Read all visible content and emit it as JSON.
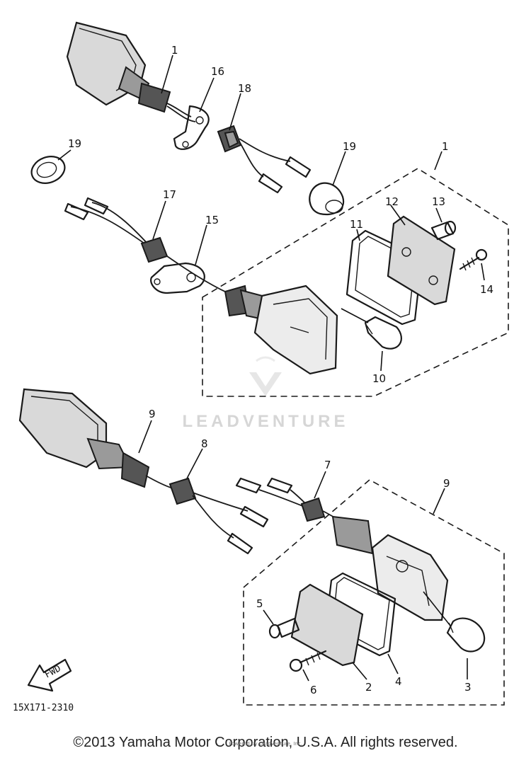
{
  "diagram": {
    "part_code": "15X171-2310",
    "fwd_label": "FWD",
    "watermark": "LEADVENTURE",
    "callouts": {
      "c1a": "1",
      "c16": "16",
      "c18": "18",
      "c19a": "19",
      "c19b": "19",
      "c1b": "1",
      "c17": "17",
      "c15": "15",
      "c12": "12",
      "c13": "13",
      "c11": "11",
      "c14": "14",
      "c10": "10",
      "c9a": "9",
      "c8": "8",
      "c7": "7",
      "c9b": "9",
      "c5": "5",
      "c6": "6",
      "c2": "2",
      "c4": "4",
      "c3": "3"
    }
  },
  "footer": {
    "copyright": "©2013 Yamaha Motor Corporation, U.S.A. All rights reserved.",
    "sub": "Powered by LeadVenture, Inc."
  }
}
